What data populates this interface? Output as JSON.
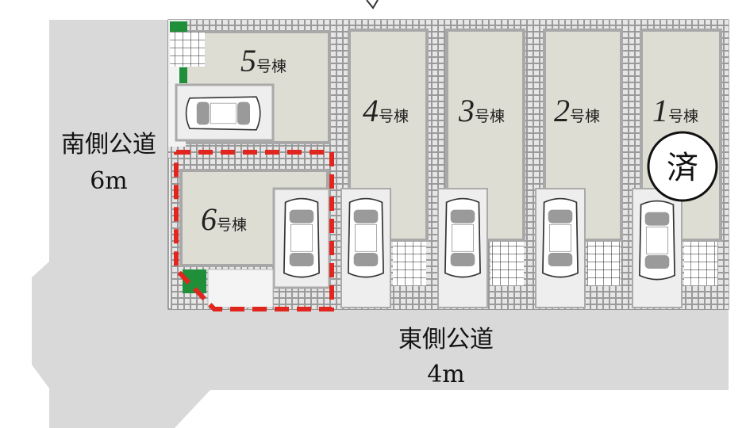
{
  "roads": {
    "west": {
      "name": "南側公道",
      "width": "6m"
    },
    "south": {
      "name": "東側公道",
      "width": "4m"
    }
  },
  "lots": [
    {
      "number": "1",
      "suffix": "号棟",
      "sold": true,
      "sold_label": "済"
    },
    {
      "number": "2",
      "suffix": "号棟",
      "sold": false
    },
    {
      "number": "3",
      "suffix": "号棟",
      "sold": false
    },
    {
      "number": "4",
      "suffix": "号棟",
      "sold": false
    },
    {
      "number": "5",
      "suffix": "号棟",
      "sold": false
    },
    {
      "number": "6",
      "suffix": "号棟",
      "sold": false,
      "highlighted": true
    }
  ],
  "colors": {
    "road": "#d9d9d9",
    "lot": "#e8e6e0",
    "house": "#deddd3",
    "highlight": "#e0261f",
    "green": "#1f8f3a"
  }
}
